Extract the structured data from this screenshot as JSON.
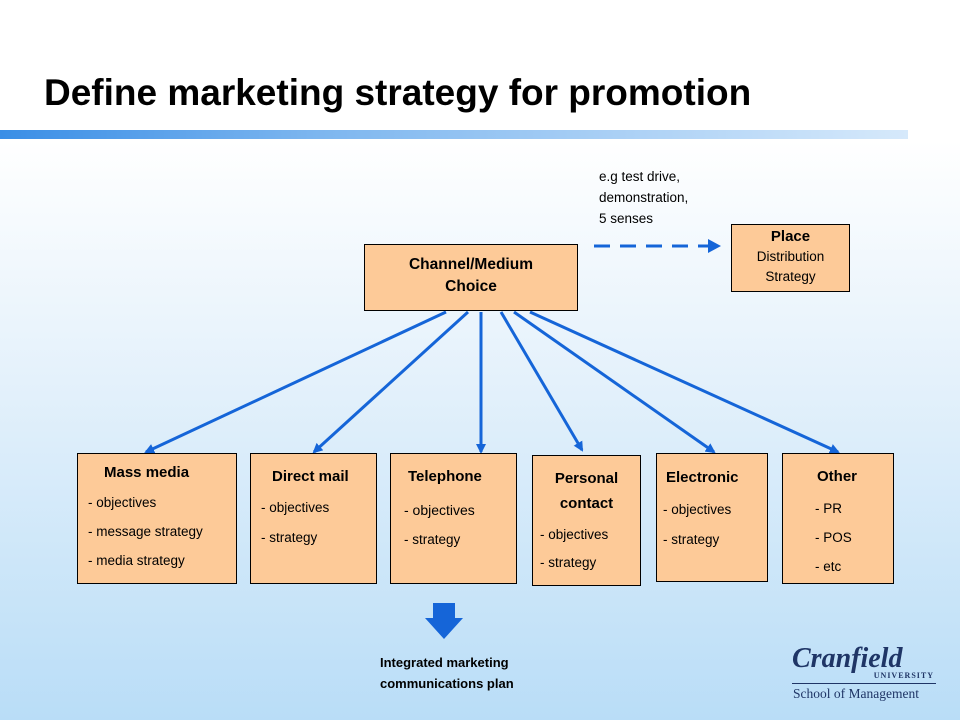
{
  "title": "Define marketing strategy for promotion",
  "note": [
    "e.g  test drive,",
    "demonstration,",
    "5 senses"
  ],
  "place": {
    "title": "Place",
    "lines": [
      "Distribution",
      "Strategy"
    ]
  },
  "channel": {
    "lines": [
      "Channel/Medium",
      "Choice"
    ]
  },
  "boxes": [
    {
      "title": [
        "Mass media"
      ],
      "items": [
        "- objectives",
        "- message strategy",
        "- media strategy"
      ]
    },
    {
      "title": [
        "Direct mail"
      ],
      "items": [
        "- objectives",
        "- strategy"
      ]
    },
    {
      "title": [
        "Telephone"
      ],
      "items": [
        "- objectives",
        "-  strategy"
      ]
    },
    {
      "title": [
        "Personal",
        "contact"
      ],
      "items": [
        "- objectives",
        "- strategy"
      ]
    },
    {
      "title": [
        "Electronic"
      ],
      "items": [
        "- objectives",
        "- strategy"
      ]
    },
    {
      "title": [
        "Other"
      ],
      "items": [
        "- PR",
        "- POS",
        "- etc"
      ]
    }
  ],
  "plan": [
    "Integrated marketing",
    "communications plan"
  ],
  "logo": {
    "name": "Cranfield",
    "sub": "UNIVERSITY",
    "school": "School of Management"
  },
  "colors": {
    "box_fill": "#fdca98",
    "arrow": "#1565d8",
    "title_bar": "#3a8ee6"
  }
}
